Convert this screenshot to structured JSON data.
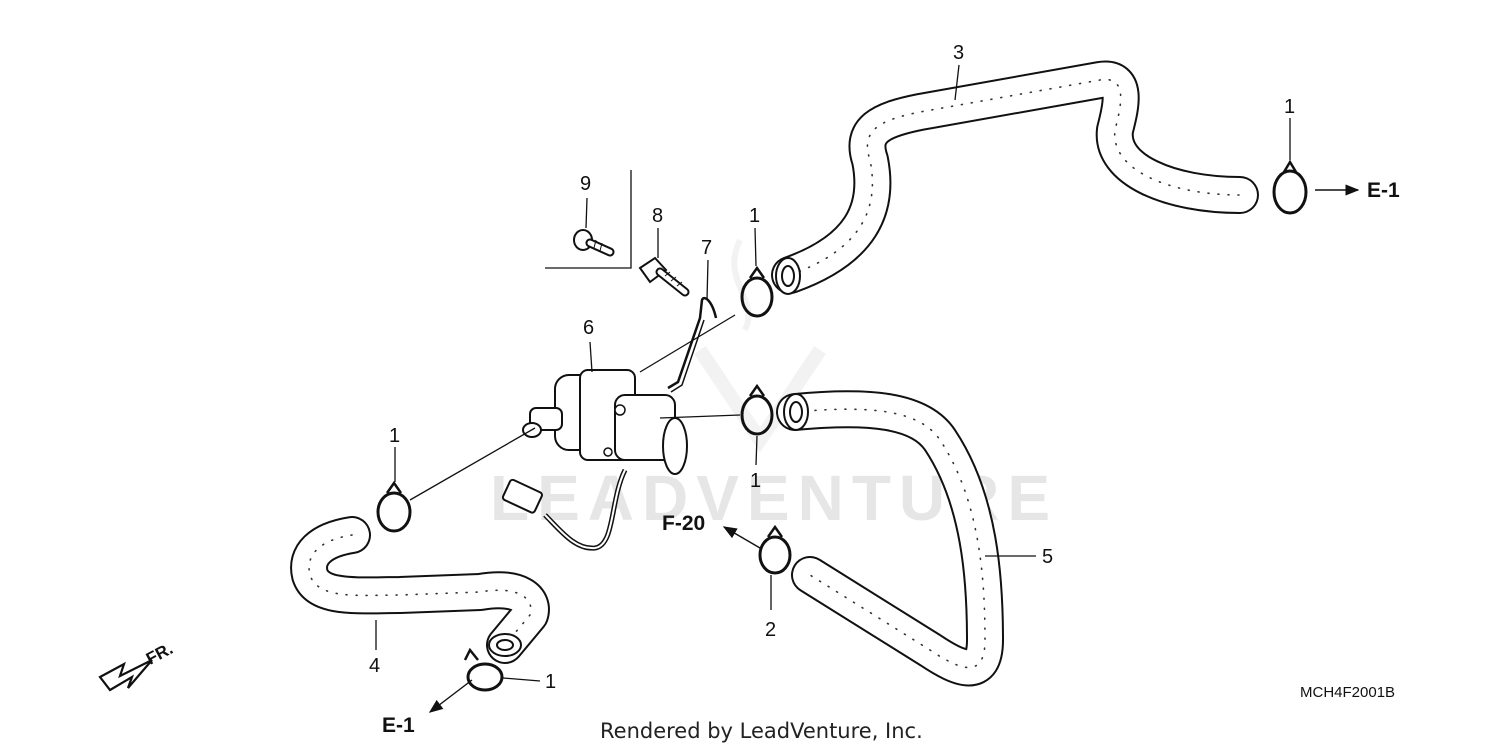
{
  "watermark": "LEADVENTURE",
  "diagram_code": "MCH4F2001B",
  "credit": "Rendered by LeadVenture, Inc.",
  "front_label": "FR.",
  "callouts": {
    "c1_top_right": "1",
    "c1_upper_mid": "1",
    "c1_mid": "1",
    "c1_left": "1",
    "c1_bottom": "1",
    "c2": "2",
    "c3": "3",
    "c4": "4",
    "c5": "5",
    "c6": "6",
    "c7": "7",
    "c8": "8",
    "c9": "9"
  },
  "refs": {
    "e1_right": "E-1",
    "e1_bottom": "E-1",
    "f20": "F-20"
  }
}
